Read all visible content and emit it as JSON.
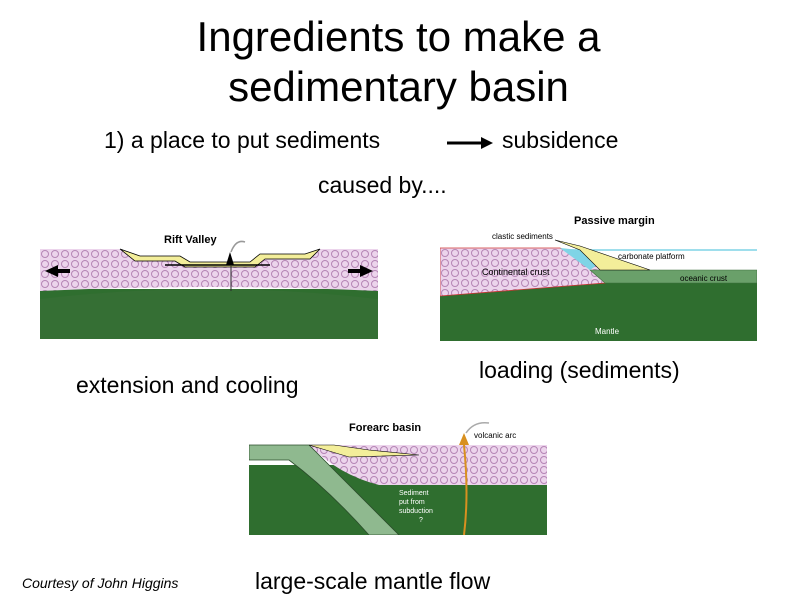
{
  "title": {
    "line1": "Ingredients to make a",
    "line2": "sedimentary basin"
  },
  "subtitle": {
    "left": "1) a place to put sediments",
    "right": "subsidence",
    "caused_by": "caused by...."
  },
  "panels": {
    "rift": {
      "label": "Rift Valley",
      "caption": "extension and cooling"
    },
    "passive": {
      "label": "Passive margin",
      "clastic": "clastic sediments",
      "continental": "Continental crust",
      "carbonate": "carbonate platform",
      "oceanic": "oceanic crust",
      "mantle": "Mantle",
      "caption": "loading (sediments)"
    },
    "forearc": {
      "label": "Forearc basin",
      "arc": "volcanic arc",
      "note": "Sediment\nput from\nsubduction\n?",
      "caption": "large-scale mantle flow"
    }
  },
  "credit": "Courtesy of John Higgins",
  "colors": {
    "sky": "#ffffff",
    "crust": "#e6c7e6",
    "crust_pattern": "#b07ab0",
    "mantle": "#2f6e2f",
    "mantle_light": "#4e8f3f",
    "sediment": "#f3ee9a",
    "water": "#7fd4e6",
    "oceanic": "#6aa06a"
  }
}
